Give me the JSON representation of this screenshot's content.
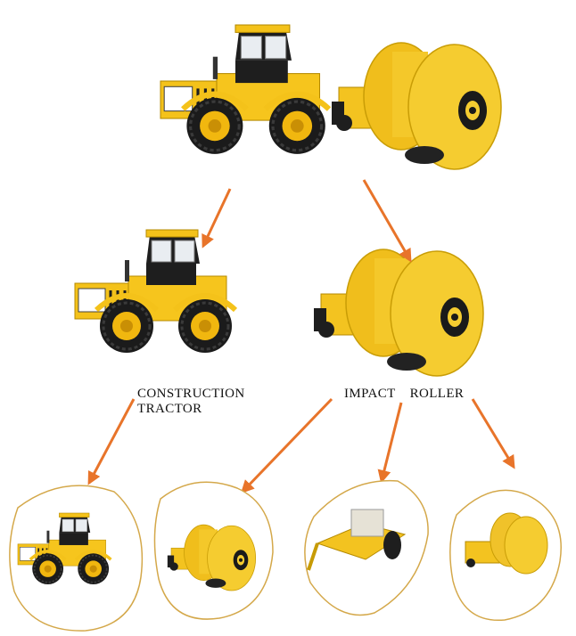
{
  "diagram": {
    "nodes": {
      "root": {
        "depicts": "tractor with impact roller attached"
      },
      "tractor": {
        "label_line1": "CONSTRUCTION",
        "label_line2": "TRACTOR"
      },
      "roller": {
        "label": "IMPACT   ROLLER"
      },
      "leaves": [
        {
          "depicts": "construction tractor"
        },
        {
          "depicts": "twin-drum impact roller"
        },
        {
          "depicts": "towed roller frame with drum"
        },
        {
          "depicts": "impact roller drum assembly"
        }
      ]
    },
    "edges": [
      {
        "from": "root",
        "to": "tractor"
      },
      {
        "from": "root",
        "to": "roller"
      },
      {
        "from": "tractor",
        "to": "leaf-1"
      },
      {
        "from": "roller",
        "to": "leaf-2"
      },
      {
        "from": "roller",
        "to": "leaf-3"
      },
      {
        "from": "roller",
        "to": "leaf-4"
      }
    ]
  },
  "colors": {
    "arrow": "#e8742a",
    "machine_yellow": "#f4c21a",
    "machine_dark": "#1e1e1e",
    "drum": "#f2c82e",
    "blob_outline": "#d4a84a"
  }
}
